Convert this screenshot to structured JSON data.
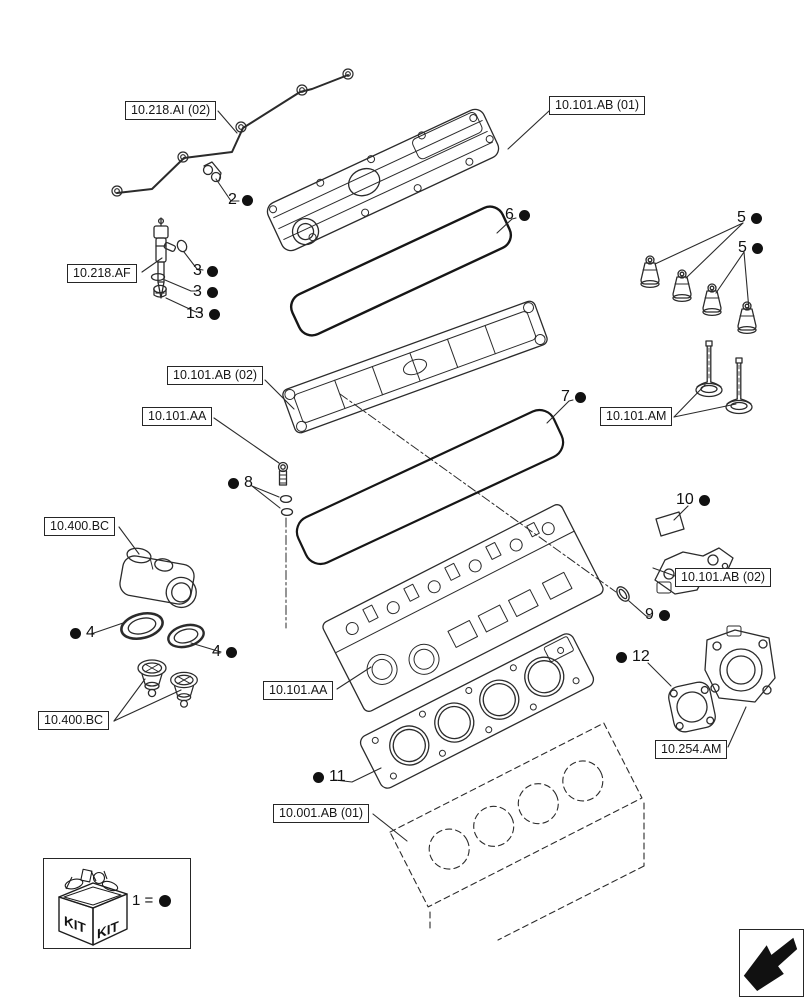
{
  "page": {
    "description": "Exploded engine parts diagram - cylinder head, valve cover and gaskets",
    "colors": {
      "line": "#2b2b2b",
      "text": "#111111",
      "dot": "#111111",
      "background": "#ffffff"
    }
  },
  "part_labels": [
    {
      "text": "10.218.AI (02)"
    },
    {
      "text": "10.101.AB (01)"
    },
    {
      "text": "10.218.AF"
    },
    {
      "text": "10.101.AB (02)"
    },
    {
      "text": "10.101.AA"
    },
    {
      "text": "10.400.BC"
    },
    {
      "text": "10.101.AM"
    },
    {
      "text": "10.101.AB (02)"
    },
    {
      "text": "10.400.BC"
    },
    {
      "text": "10.101.AA"
    },
    {
      "text": "10.254.AM"
    },
    {
      "text": "10.001.AB (01)"
    }
  ],
  "callouts": [
    {
      "number": "2",
      "dot_side": "right"
    },
    {
      "number": "3",
      "dot_side": "right"
    },
    {
      "number": "3",
      "dot_side": "right"
    },
    {
      "number": "13",
      "dot_side": "right"
    },
    {
      "number": "6",
      "dot_side": "right"
    },
    {
      "number": "5",
      "dot_side": "right"
    },
    {
      "number": "5",
      "dot_side": "right"
    },
    {
      "number": "7",
      "dot_side": "right"
    },
    {
      "number": "8",
      "dot_side": "left"
    },
    {
      "number": "10",
      "dot_side": "right"
    },
    {
      "number": "9",
      "dot_side": "right"
    },
    {
      "number": "4",
      "dot_side": "left"
    },
    {
      "number": "4",
      "dot_side": "right"
    },
    {
      "number": "12",
      "dot_side": "left"
    },
    {
      "number": "11",
      "dot_side": "left"
    }
  ],
  "kit_legend": {
    "box_label_left": "KIT",
    "box_label_right": "KIT",
    "equals_text": "1 ="
  }
}
